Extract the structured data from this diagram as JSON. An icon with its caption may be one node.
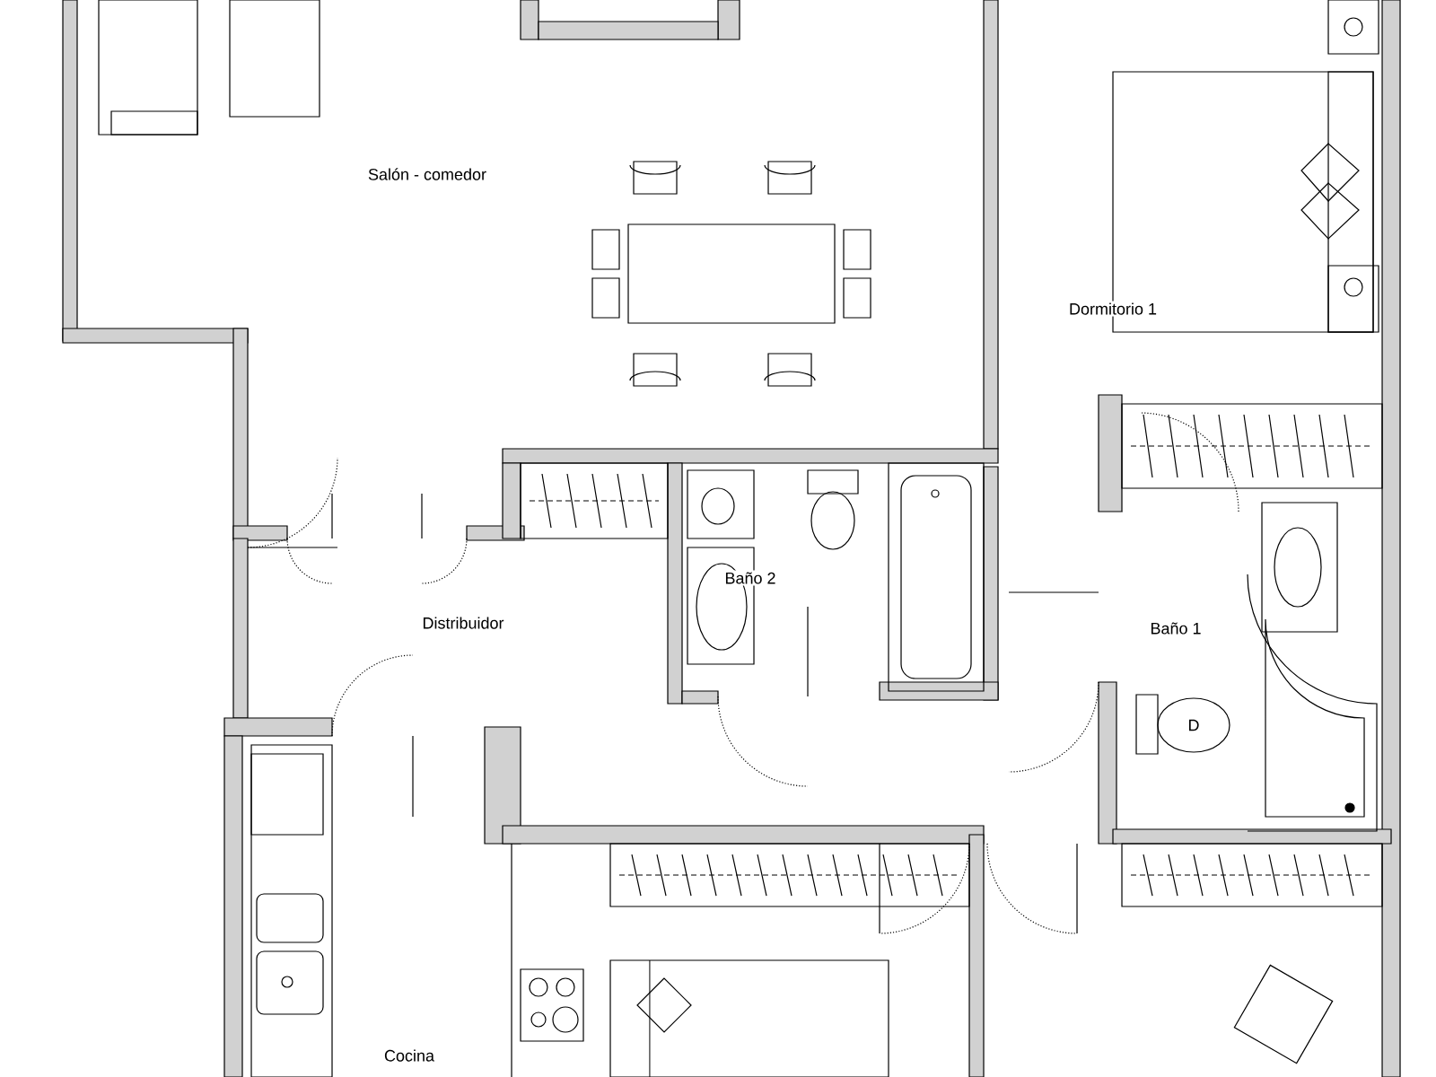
{
  "diagram": {
    "labels": [
      "Salón - comedor",
      "Dormitorio 1",
      "Baño 2",
      "Distribuidor",
      "Baño 1",
      "D",
      "Cocina"
    ]
  }
}
